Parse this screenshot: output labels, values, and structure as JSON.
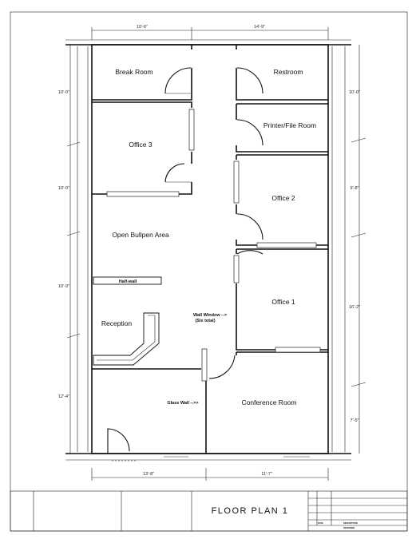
{
  "rooms": {
    "break_room": "Break Room",
    "restroom": "Restroom",
    "printer_file_room": "Printer/File Room",
    "office_3": "Office 3",
    "office_2": "Office 2",
    "open_bullpen": "Open Bullpen Area",
    "office_1": "Office 1",
    "reception": "Reception",
    "conference_room": "Conference Room"
  },
  "notes": {
    "half_wall": "Half-wall",
    "wall_window_line1": "Wall Window -->",
    "wall_window_line2": "(Six total)",
    "glass_wall": "Glass Wall -->>"
  },
  "dimensions": {
    "top_left": "10'-6\"",
    "top_right": "14'-9\"",
    "bottom_left": "13'-8\"",
    "bottom_right": "11'-7\"",
    "left_1": "10'-0\"",
    "left_2": "10'-0\"",
    "left_3": "10'-9\"",
    "left_4": "12'-4\"",
    "right_1": "10'-0\"",
    "right_2": "9'-8\"",
    "right_3": "16'-2\"",
    "right_4": "7'-5\""
  },
  "title_block": {
    "title": "FLOOR PLAN 1",
    "col_date": "DATE",
    "col_description": "DESCRIPTION",
    "revisions": "REVISIONS"
  }
}
